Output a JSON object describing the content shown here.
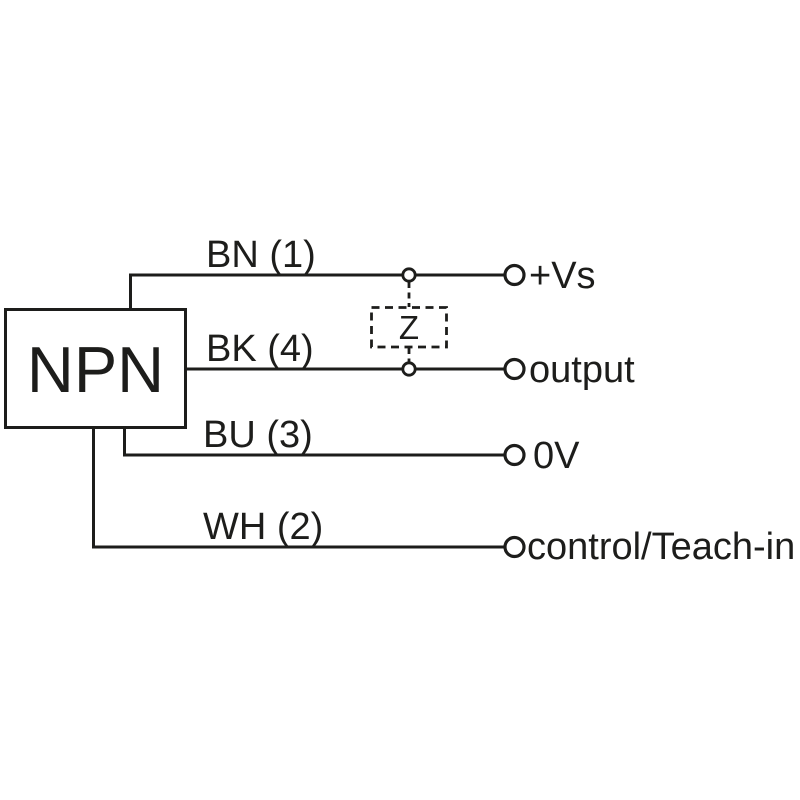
{
  "diagram": {
    "device": {
      "label": "NPN"
    },
    "impedance": {
      "label": "Z"
    },
    "colors": {
      "line": "#1d1d1b",
      "background": "#ffffff"
    },
    "wires": [
      {
        "label": "BN (1)",
        "terminal": "+Vs"
      },
      {
        "label": "BK (4)",
        "terminal": "output"
      },
      {
        "label": "BU (3)",
        "terminal": "0V"
      },
      {
        "label": "WH (2)",
        "terminal": "control/Teach-in"
      }
    ]
  }
}
